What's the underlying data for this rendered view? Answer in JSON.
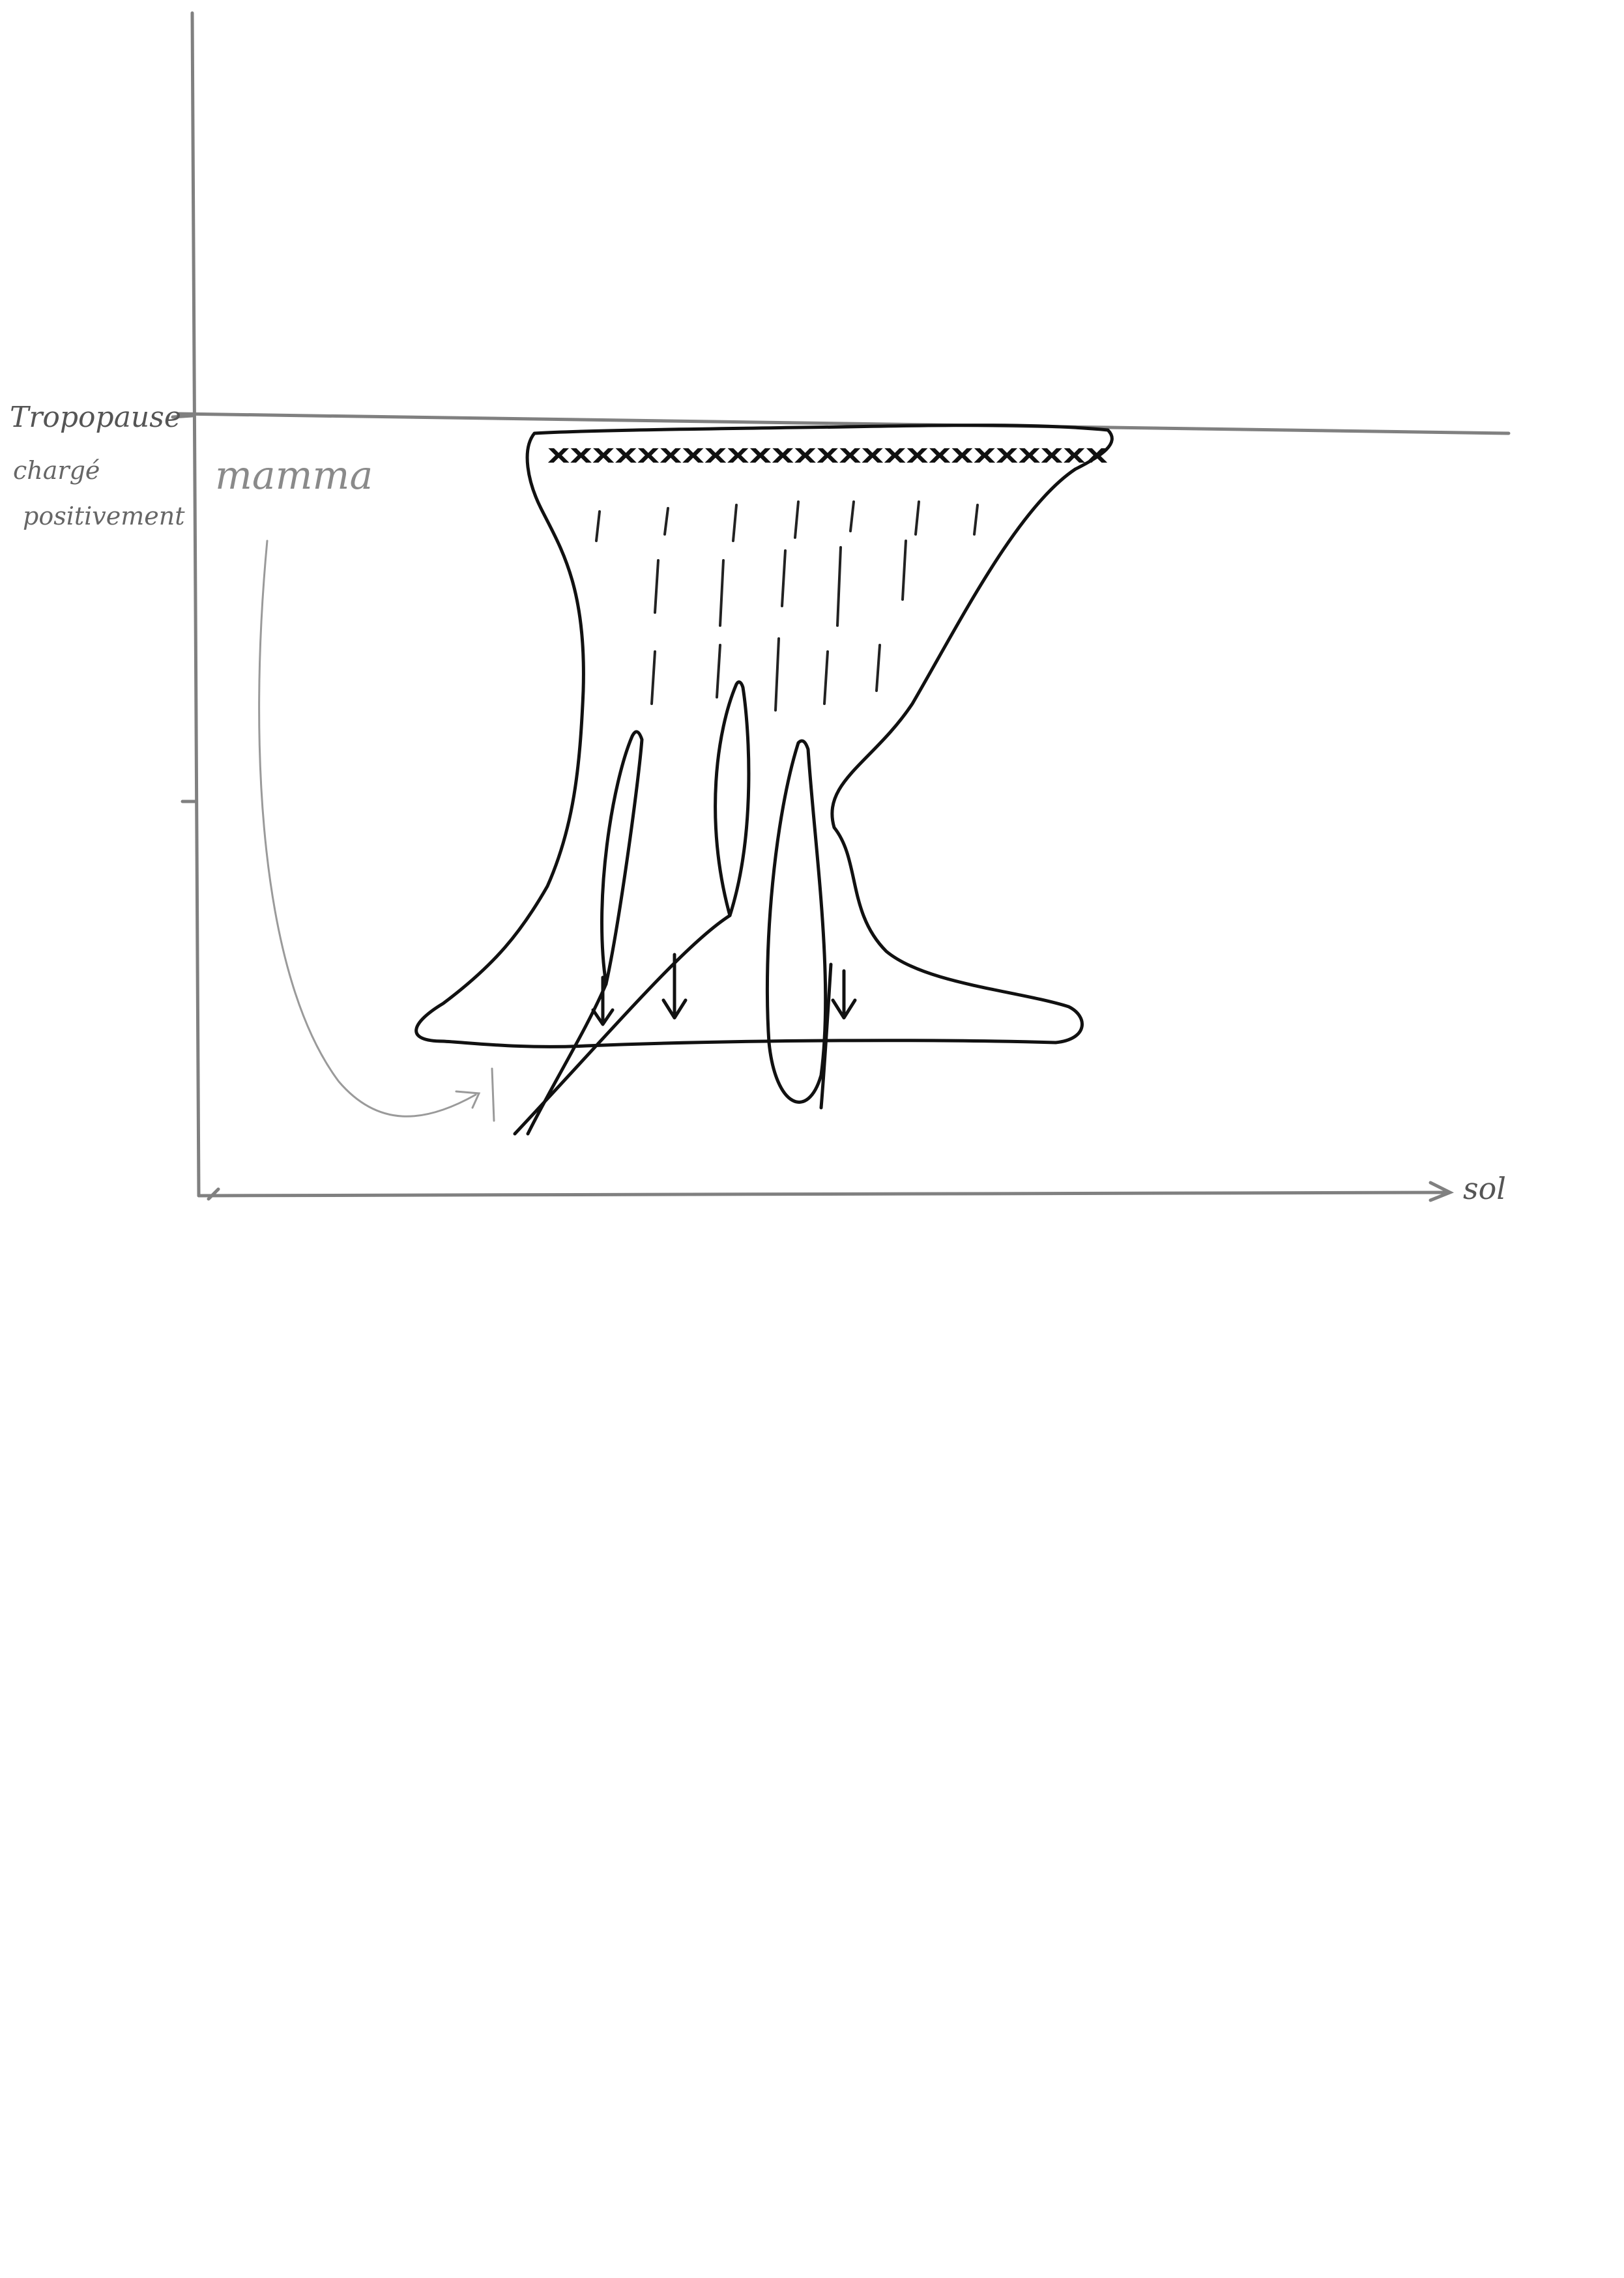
{
  "diagram": {
    "labels": {
      "tropopause": "Tropopause",
      "charge_line1": "chargé",
      "charge_line2": "positivement",
      "mamma": "mamma",
      "sol": "sol"
    },
    "charge_symbols": "XXXXXXXXXXXXXXXXXXXXXXXXX"
  }
}
